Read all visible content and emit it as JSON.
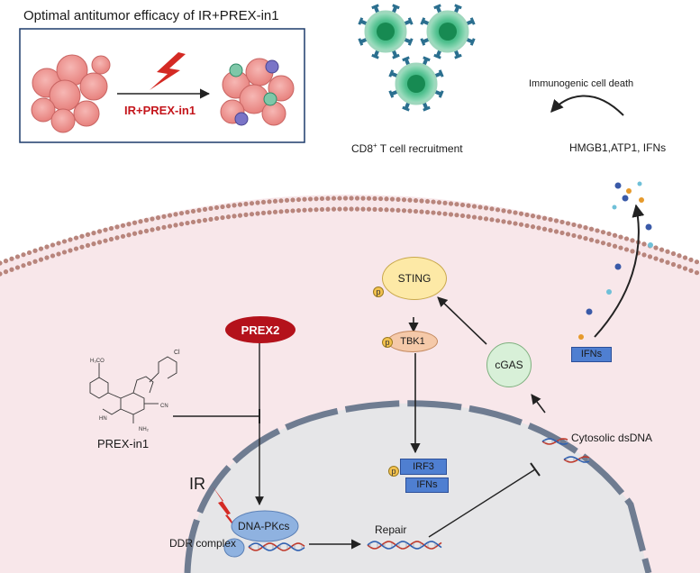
{
  "inset": {
    "title": "Optimal antitumor efficacy of IR+PREX-in1",
    "treatment_label": "IR+PREX-in1"
  },
  "top": {
    "immunogenic_death": "Immunogenic cell death",
    "released_factors": "HMGB1,ATP1, IFNs",
    "recruitment_main": "CD8",
    "recruitment_sup": "+",
    "recruitment_rest": " T cell recruitment"
  },
  "pathway": {
    "prex2": "PREX2",
    "inhibitor": "PREX-in1",
    "sting": "STING",
    "tbk1": "TBK1",
    "cgas": "cGAS",
    "ifns_membrane": "IFNs",
    "irf3": "IRF3",
    "ifns_nucleus": "IFNs",
    "phospho": "p",
    "cytosolic_dna": "Cytosolic dsDNA",
    "ir": "IR",
    "dna_pkcs": "DNA-PKcs",
    "ddr_complex": "DDR complex",
    "repair": "Repair"
  },
  "colors": {
    "cytoplasm": "#f8e7ea",
    "nucleus": "#e6e6e8",
    "membrane_bead": "#b8857c",
    "prex2": "#b4121b",
    "sting": "#fde9a6",
    "tbk1": "#f5c9a9",
    "cgas": "#d8f0d8",
    "blue_box": "#4f7fd1",
    "lightning": "#d42a24",
    "tcell": "#49b48a"
  },
  "icons": [
    "lightning-icon",
    "tumor-cell-cluster-icon",
    "t-cell-icon",
    "dna-helix-icon",
    "prex-in1-structure-icon"
  ]
}
